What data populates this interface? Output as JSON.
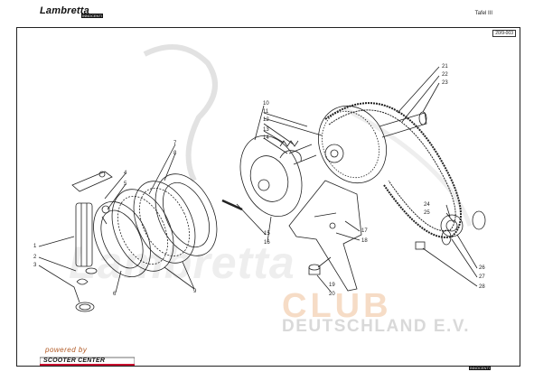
{
  "header": {
    "brand": "Lambretta",
    "brand_tag": "INNOCENTI",
    "tafel": "Tafel  III",
    "code": "20/9-003"
  },
  "watermark": {
    "lambretta": "Lambretta",
    "club": "CLUB",
    "sub": "DEUTSCHLAND E.V."
  },
  "footer": {
    "powered_by": "powered by",
    "sponsor": "SCOOTER CENTER",
    "corner_brand": "INNOCENTI"
  },
  "callouts": [
    "1",
    "2",
    "3",
    "4",
    "5",
    "6",
    "7",
    "8",
    "9",
    "10",
    "11",
    "12",
    "13",
    "14",
    "15",
    "16",
    "17",
    "18",
    "19",
    "20",
    "21",
    "22",
    "23",
    "24",
    "25",
    "26",
    "27",
    "28"
  ],
  "colors": {
    "watermark_orange": "#f6dcc6",
    "powered_orange": "#b15a25",
    "line": "#222222"
  }
}
